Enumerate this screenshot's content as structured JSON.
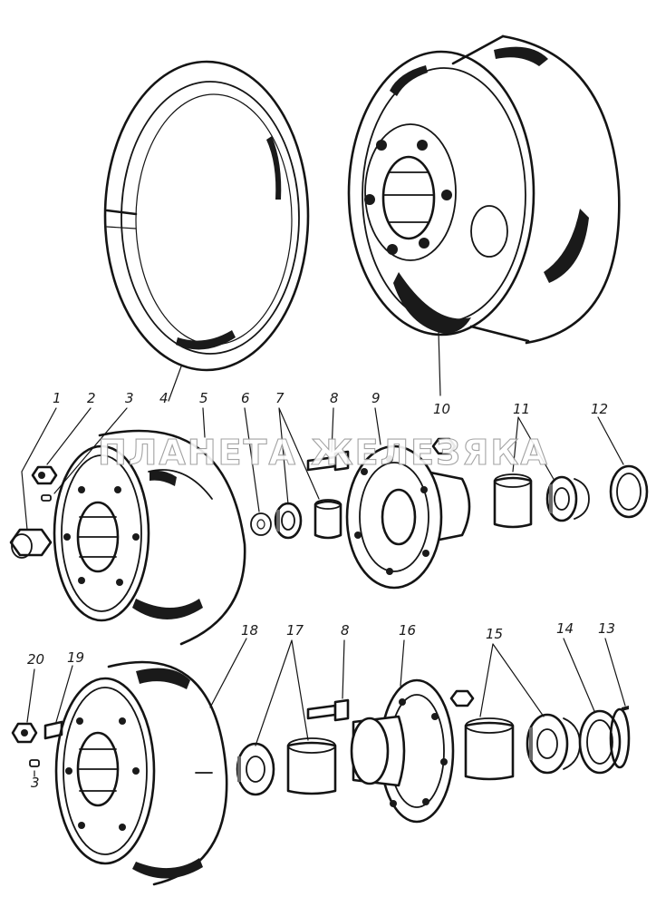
{
  "watermark": "ПЛАНЕТА ЖЕЛЕЗЯКА",
  "callouts": {
    "n1": "1",
    "n2": "2",
    "n3a": "3",
    "n3b": "3",
    "n4": "4",
    "n5": "5",
    "n6": "6",
    "n7": "7",
    "n8a": "8",
    "n8b": "8",
    "n9": "9",
    "n10": "10",
    "n11": "11",
    "n12": "12",
    "n13": "13",
    "n14": "14",
    "n15": "15",
    "n16": "16",
    "n17": "17",
    "n18": "18",
    "n19": "19",
    "n20": "20"
  }
}
